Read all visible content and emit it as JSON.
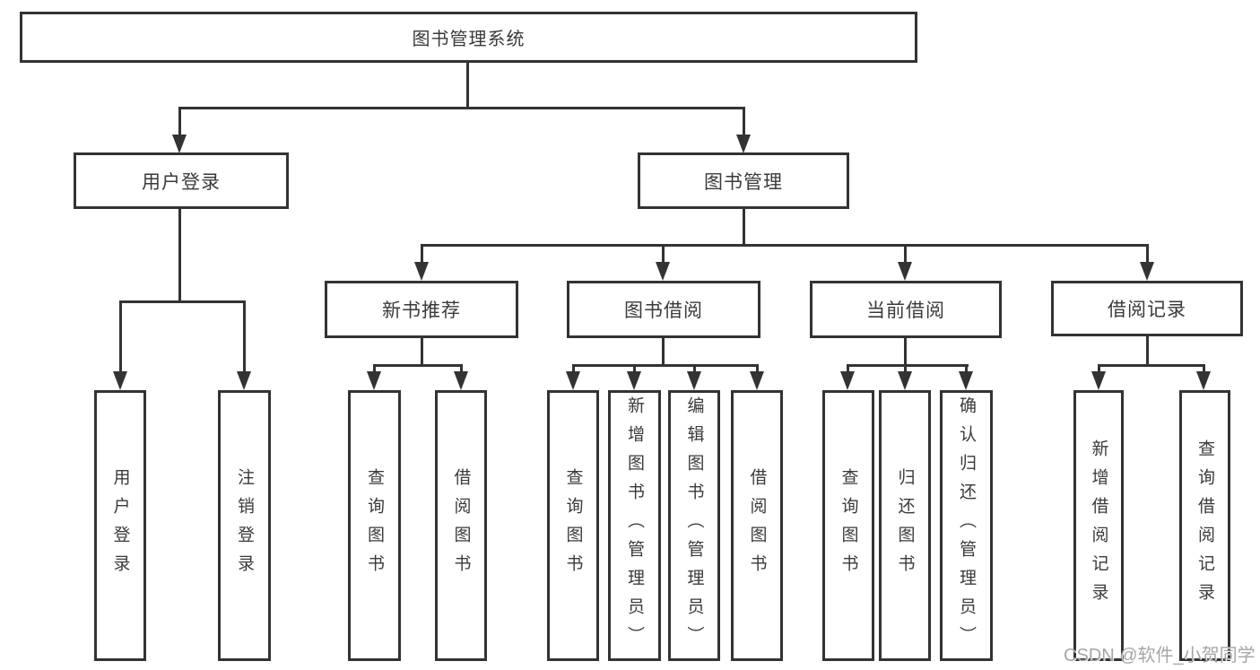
{
  "diagram_title": "图书管理系统",
  "tree": {
    "root": {
      "label": "图书管理系统"
    },
    "branches": [
      {
        "label": "用户登录",
        "children": [
          {
            "label": "用户登录"
          },
          {
            "label": "注销登录"
          }
        ]
      },
      {
        "label": "图书管理",
        "children": [
          {
            "label": "新书推荐",
            "children": [
              {
                "label": "查询图书"
              },
              {
                "label": "借阅图书"
              }
            ]
          },
          {
            "label": "图书借阅",
            "children": [
              {
                "label": "查询图书"
              },
              {
                "label": "新增图书（管理员）"
              },
              {
                "label": "编辑图书（管理员）"
              },
              {
                "label": "借阅图书"
              }
            ]
          },
          {
            "label": "当前借阅",
            "children": [
              {
                "label": "查询图书"
              },
              {
                "label": "归还图书"
              },
              {
                "label": "确认归还（管理员）"
              }
            ]
          },
          {
            "label": "借阅记录",
            "children": [
              {
                "label": "新增借阅记录"
              },
              {
                "label": "查询借阅记录"
              }
            ]
          }
        ]
      }
    ]
  },
  "watermark": {
    "text": "CSDN @软件_小贺同学"
  },
  "colors": {
    "line": "#333333",
    "box_border": "#333333",
    "text": "#3a3a3a",
    "watermark": "#9e9e9e",
    "background": "#ffffff"
  }
}
